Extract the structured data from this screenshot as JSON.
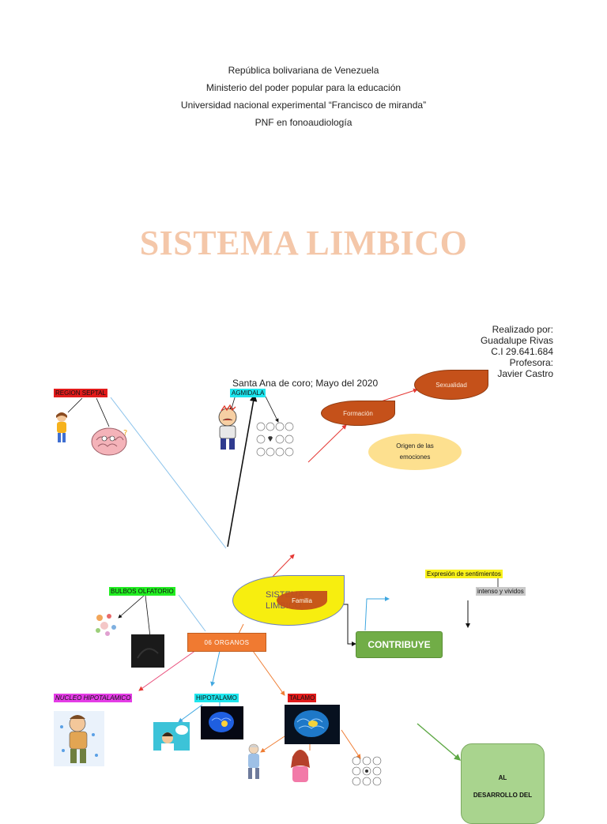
{
  "header": {
    "line1": "República bolivariana de Venezuela",
    "line2": "Ministerio del poder popular para la educación",
    "line3": "Universidad nacional experimental “Francisco de miranda”",
    "line4": "PNF en fonoaudiología"
  },
  "title": "SISTEMA LIMBICO",
  "credits": {
    "line1": "Realizado por:",
    "line2": "Guadalupe Rivas",
    "line3": "C.I 29.641.684",
    "line4": "Profesora:",
    "line5": "Javier Castro"
  },
  "place_date": "Santa Ana de coro; Mayo del 2020",
  "map": {
    "region_septal": "REGION SEPTAL",
    "agmidala": "AGMIDALA",
    "formacion": "Formación",
    "sexualidad": "Sexualidad",
    "origen_line1": "Origen de las",
    "origen_line2": "emociones",
    "center_line1": "SISTEMA",
    "center_line2": "LIMBICO",
    "familia": "Familia",
    "expresion": "Expresión de sentimientos",
    "intenso": "intenso y vividos",
    "bulbos": "BULBOS OLFATORIO",
    "organos": "06 ORGANOS",
    "contribuye": "CONTRIBUYE",
    "nucleo": "NUCLEO HIPOTALAMICO",
    "hipotalamo": "HIPOTALAMO",
    "talamo": "TALAMO",
    "al": "AL",
    "desarrollo": "DESARROLLO DEL"
  },
  "colors": {
    "title": "#f4c7a9",
    "brown_oval": "#c5511a",
    "origen_oval": "#fde08f",
    "center_oval": "#f7ee0f",
    "organos_box": "#f07a31",
    "contribuye_box": "#71ad47",
    "desarrollo_box": "#a9d48e"
  }
}
